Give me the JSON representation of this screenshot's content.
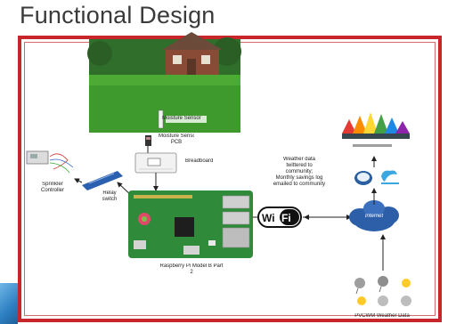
{
  "title": "Functional Design",
  "labels": {
    "moisture_sensor": "Moisture Sensor",
    "moisture_sensor_pcb": "Moisture Sensor\nPCB",
    "breadboard": "Breadboard",
    "sprinkler_controller": "Sprinkler\nController",
    "relay_switch": "Relay\nswitch",
    "raspberry_pi": "Raspberry Pi Model B Part\n2",
    "wifi": "Wi Fi",
    "internet": "Internet",
    "weather_tweet": "Weather data\ntwittered to\ncommunity;\nMonthly savings log\nemailed to community",
    "pvcwm_weather": "PVCWM Weather Data"
  },
  "colors": {
    "frame": "#c9262c",
    "title": "#3a3a3a",
    "lawn": "#3f9a2e",
    "pi_board": "#2f8a3a",
    "cloud": "#2d5fa8",
    "twitter": "#3aa7e0"
  },
  "icons": [
    "house-lawn-photo",
    "moisture-probe-icon",
    "pcb-icon",
    "breadboard-icon",
    "sprinkler-controller-icon",
    "relay-icon",
    "raspberry-pi-board-icon",
    "wifi-logo-icon",
    "internet-cloud-icon",
    "email-icon",
    "twitter-bird-icon",
    "community-houses-icon",
    "weather-icons"
  ]
}
